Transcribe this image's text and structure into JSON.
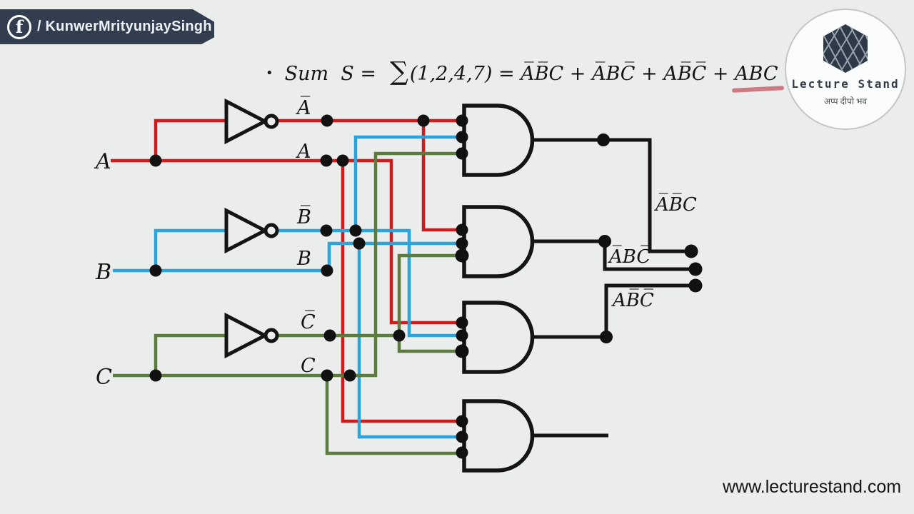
{
  "badge": {
    "icon_letter": "f",
    "text": "/ KunwerMrityunjaySingh"
  },
  "formula": {
    "bullet": "•",
    "lhs": "Sum  S =  ",
    "sigma": "∑",
    "rhs": "(1,2,4,7) = A̅B̅C + A̅BC̅ + AB̅C̅ + ",
    "underlined_term": "ABC"
  },
  "logo": {
    "title": "Lecture Stand",
    "tagline": "अप्प दीपो भव"
  },
  "footer": {
    "url": "www.lecturestand.com"
  },
  "circuit": {
    "input_labels": {
      "a": "A",
      "b": "B",
      "c": "C"
    },
    "rail_labels": {
      "a_bar": "A̅",
      "a": "A",
      "b_bar": "B̅",
      "b": "B",
      "c_bar": "C̅",
      "c": "C"
    },
    "output_labels": {
      "gate1": "A̅B̅C",
      "gate2": "A̅BC̅",
      "gate3": "AB̅C̅"
    },
    "gates": [
      "AND",
      "AND",
      "AND",
      "AND"
    ],
    "inverters": 3,
    "colors": {
      "wire_a_red": "#cf1b1b",
      "wire_b_blue": "#2aa4dd",
      "wire_c_green": "#5c7c3f",
      "gate_ink": "#141414",
      "background": "#ebecec",
      "badge_bg": "#323d4f",
      "underline_pink": "#ca6f78"
    }
  }
}
